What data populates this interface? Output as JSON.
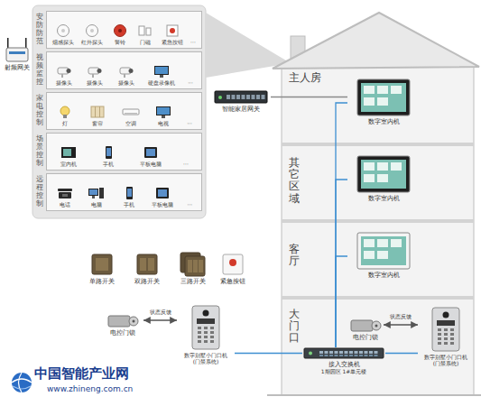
{
  "diagram": {
    "nodes": [
      {
        "text": [
          "安防防范",
          "烟感探头",
          "红外探头",
          "警铃",
          "门磁",
          "紧急按钮",
          "···"
        ]
      },
      {
        "text": [
          "视频监控",
          "摄像头",
          "摄像头",
          "摄像头",
          "硬盘录像机",
          "···"
        ]
      },
      {
        "text": [
          "家电控制",
          "灯",
          "窗帘",
          "空调",
          "电视",
          "···"
        ]
      },
      {
        "text": [
          "场景控制",
          "室内机",
          "手机",
          "平板电脑",
          "···"
        ]
      },
      {
        "text": [
          "远程控制",
          "电话",
          "电脑",
          "手机",
          "平板电脑",
          "···"
        ]
      },
      {
        "text": [
          "射频网关"
        ]
      },
      {
        "text": [
          "智能家居网关"
        ]
      },
      {
        "text": [
          "主人房"
        ]
      },
      {
        "text": [
          "数字室内机"
        ],
        "in": 7
      },
      {
        "text": [
          "其它区域"
        ]
      },
      {
        "text": [
          "数字室内机"
        ],
        "in": 9
      },
      {
        "text": [
          "客厅"
        ]
      },
      {
        "text": [
          "数字室内机"
        ],
        "in": 11
      },
      {
        "text": [
          "大门口"
        ]
      },
      {
        "text": [
          "电控门锁"
        ],
        "in": 13
      },
      {
        "text": [
          "数字别墅小门口机",
          "(门禁系统)"
        ],
        "in": 13
      },
      {
        "text": [
          "接入交换机",
          "1期园区 1#单元楼"
        ],
        "in": 13
      },
      {
        "text": [
          "电控门锁"
        ]
      },
      {
        "text": [
          "数字别墅小门口机",
          "(门禁系统)"
        ]
      }
    ],
    "edges": [
      {
        "from": 6,
        "to": 8,
        "arrow": "none"
      },
      {
        "from": 16,
        "to": 8,
        "arrow": "none"
      },
      {
        "from": 16,
        "to": 10,
        "arrow": "none"
      },
      {
        "from": 16,
        "to": 12,
        "arrow": "none"
      },
      {
        "from": 16,
        "to": 15,
        "arrow": "none"
      },
      {
        "from": 16,
        "to": 18,
        "arrow": "none"
      },
      {
        "from": 14,
        "to": 15,
        "label": "状态反馈",
        "arrow": "both"
      },
      {
        "from": 17,
        "to": 18,
        "label": "状态反馈",
        "arrow": "both"
      }
    ],
    "labels": [
      "单路开关",
      "双路开关",
      "三路开关",
      "紧急按钮",
      "中国智能产业网",
      "www.zhineng.com.cn"
    ]
  }
}
